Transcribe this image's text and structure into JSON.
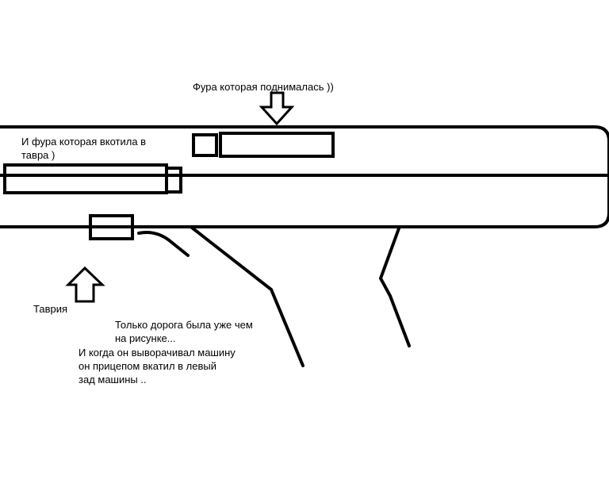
{
  "labels": {
    "lifting_truck": "Фура которая поднималась ))",
    "rolled_truck_line1": "И фура которая вкотила в",
    "rolled_truck_line2": "тавра )",
    "tavria": "Таврия",
    "narrow_road_line1": "Только дорога была уже чем",
    "narrow_road_line2": "на рисунке...",
    "turning_line1": "И когда он выворачивал машину",
    "turning_line2": "он прицепом вкатил в левый",
    "turning_line3": "зад машины .."
  },
  "colors": {
    "stroke": "#000000",
    "background": "#ffffff"
  }
}
